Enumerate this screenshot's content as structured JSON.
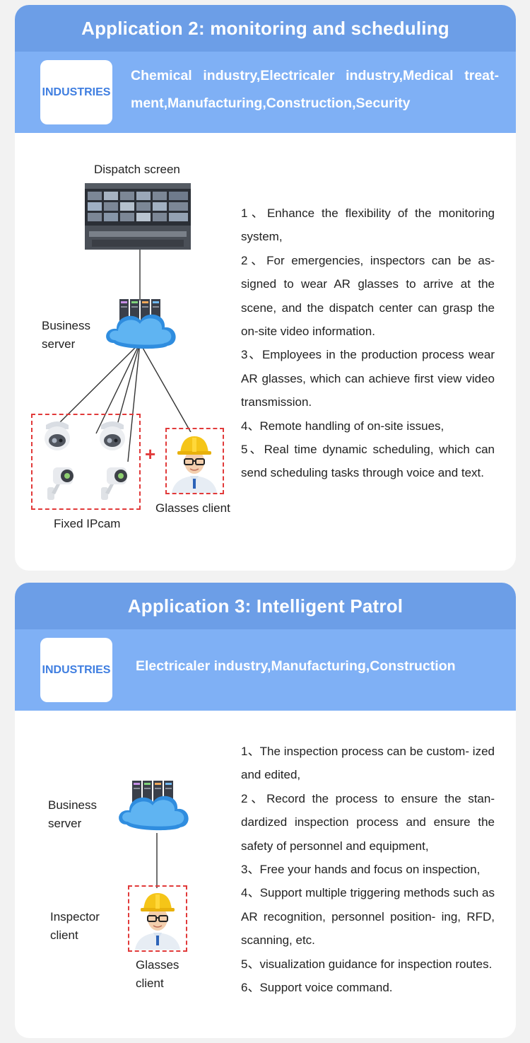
{
  "app2": {
    "title": "Application 2: monitoring and scheduling",
    "industries_label": "INDUSTRIES",
    "industries": "Chemical industry,Electricaler industry,Medical treat- ment,Manufacturing,Construction,Security",
    "diagram": {
      "dispatch_screen": "Dispatch screen",
      "business_server_line1": "Business",
      "business_server_line2": "server",
      "plus": "+",
      "glasses_client": "Glasses client",
      "fixed_ipcam": "Fixed IPcam"
    },
    "points": [
      "1、Enhance the flexibility of the monitoring system,",
      "2、For emergencies, inspectors can be as- signed to wear AR glasses to arrive at the scene, and the dispatch center can grasp the on-site video information.",
      "3、Employees in the production process wear AR glasses, which can achieve first view video transmission.",
      "4、Remote handling of on-site issues,",
      "5、Real time dynamic scheduling, which can send scheduling tasks through voice and text."
    ]
  },
  "app3": {
    "title": "Application 3: Intelligent Patrol",
    "industries_label": "INDUSTRIES",
    "industries": "Electricaler industry,Manufacturing,Construction",
    "diagram": {
      "business_server_line1": "Business",
      "business_server_line2": "server",
      "inspector_line1": "Inspector",
      "inspector_line2": "client",
      "glasses_line1": "Glasses",
      "glasses_line2": "client"
    },
    "points": [
      "1、The inspection process can be custom- ized and edited,",
      "2、Record the process to ensure the stan- dardized inspection process and ensure the safety of personnel and equipment,",
      "3、Free your hands and focus on inspection,",
      "4、Support multiple triggering methods such as AR recognition, personnel position- ing, RFD, scanning, etc.",
      "5、visualization guidance for inspection routes.",
      "6、Support voice command."
    ]
  },
  "colors": {
    "title_band": "#6c9ee7",
    "industry_band": "#7fb0f5",
    "industry_label": "#3f7ee0",
    "dashed_box": "#e13a3a"
  },
  "icons": [
    "server-cloud-icon",
    "dome-camera-icon",
    "bullet-camera-icon",
    "worker-helmet-icon",
    "dispatch-screen-image"
  ]
}
